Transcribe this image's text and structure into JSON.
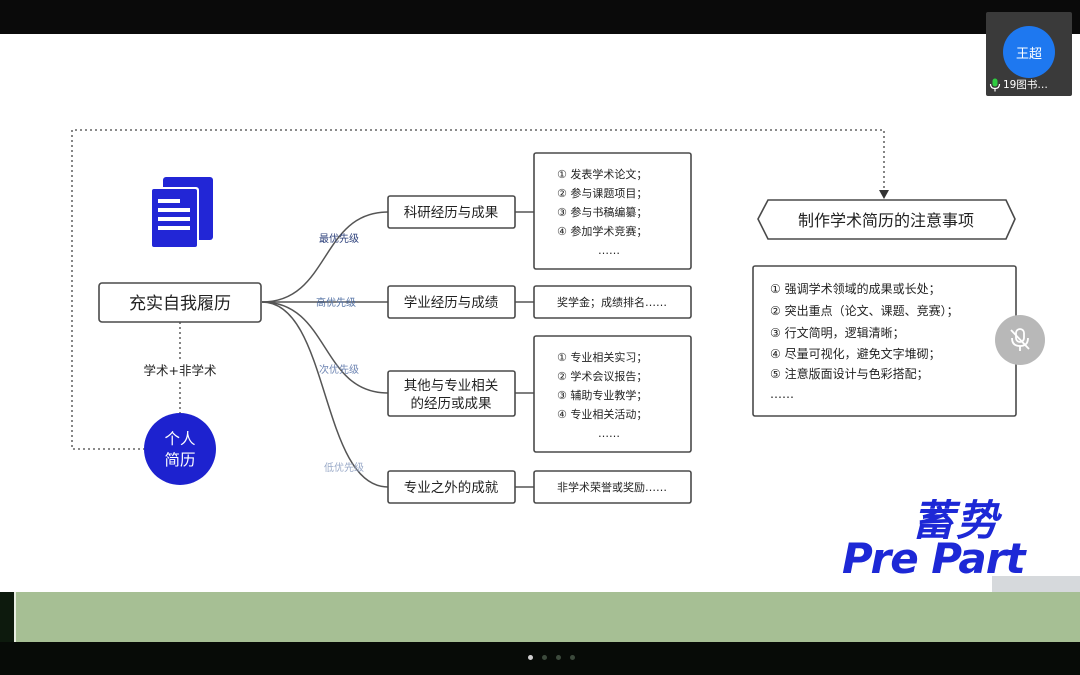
{
  "slide": {
    "root_label": "充实自我履历",
    "circle_label_line1": "个人",
    "circle_label_line2": "简历",
    "connector_label": "学术+非学术",
    "branches": [
      {
        "priority": "最优先级",
        "title": "科研经历与成果",
        "details": [
          "① 发表学术论文；",
          "② 参与课题项目；",
          "③ 参与书稿编纂；",
          "④ 参加学术竞赛；",
          "……"
        ]
      },
      {
        "priority": "高优先级",
        "title": "学业经历与成绩",
        "details": [
          "奖学金；成绩排名……"
        ]
      },
      {
        "priority": "次优先级",
        "title_line1": "其他与专业相关",
        "title_line2": "的经历或成果",
        "details": [
          "① 专业相关实习；",
          "② 学术会议报告；",
          "③ 辅助专业教学；",
          "④ 专业相关活动；",
          "……"
        ]
      },
      {
        "priority": "低优先级",
        "title": "专业之外的成就",
        "details": [
          "非学术荣誉或奖励……"
        ]
      }
    ],
    "notes_title": "制作学术简历的注意事项",
    "notes": [
      "① 强调学术领域的成果或长处；",
      "② 突出重点（论文、课题、竞赛）；",
      "③ 行文简明，逻辑清晰；",
      "④ 尽量可视化，避免文字堆砌；",
      "⑤ 注意版面设计与色彩搭配；",
      "……"
    ],
    "logo_cn": "蓄势",
    "logo_en": "Pre Part"
  },
  "participant": {
    "avatar_name": "王超",
    "display_name": "19图书…"
  },
  "colors": {
    "accent_blue": "#1d28d6",
    "avatar_blue": "#1e78f0",
    "line_gray": "#555555",
    "bottom_green": "#a6bf94"
  },
  "icons": [
    "document-icon",
    "microphone-icon",
    "mic-muted-icon"
  ]
}
